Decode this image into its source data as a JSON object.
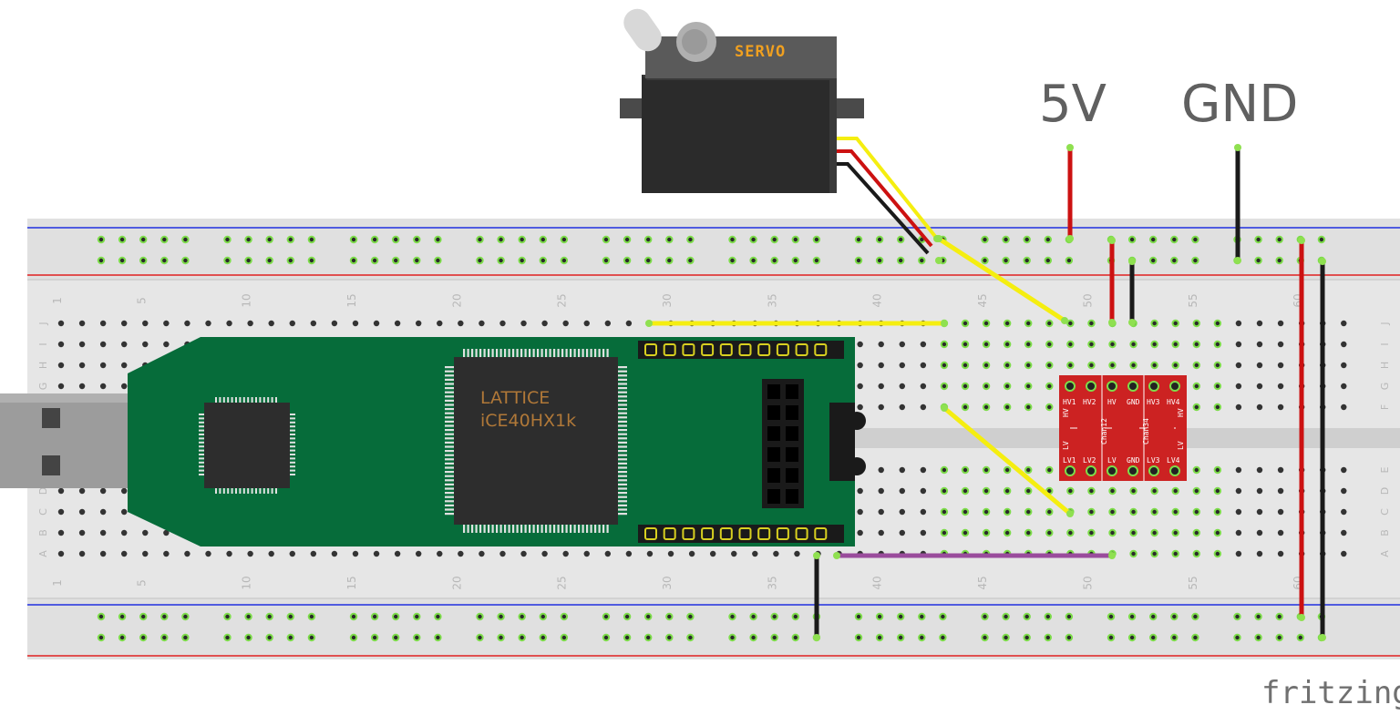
{
  "labels": {
    "rail_5v": "5V",
    "rail_gnd": "GND",
    "servo": "SERVO",
    "fpga_line1": "LATTICE",
    "fpga_line2": "iCE40HX1k",
    "watermark": "fritzing"
  },
  "breadboard": {
    "column_numbers": [
      "1",
      "5",
      "10",
      "15",
      "20",
      "25",
      "30",
      "35",
      "40",
      "45",
      "50",
      "55",
      "60"
    ],
    "rows_top": [
      "J",
      "I",
      "H",
      "G",
      "F"
    ],
    "rows_bottom": [
      "E",
      "D",
      "C",
      "B",
      "A"
    ]
  },
  "level_shifter": {
    "top_pins": [
      "HV1",
      "HV2",
      "HV",
      "GND",
      "HV3",
      "HV4"
    ],
    "bottom_pins": [
      "LV1",
      "LV2",
      "LV",
      "GND",
      "LV3",
      "LV4"
    ],
    "left_side": [
      "HV",
      "LV"
    ],
    "right_side": [
      "HV",
      "LV"
    ],
    "channels": [
      "Chan12",
      "Chan34"
    ]
  },
  "colors": {
    "board": "#e6e6e6",
    "pcb": "#066c3a",
    "chip": "#2d2d2d",
    "wire_red": "#cc1111",
    "wire_black": "#1a1a1a",
    "wire_yellow": "#f5ee10",
    "wire_purple": "#9a4c9c",
    "shifter": "#cc2222",
    "rail_red": "#e02020",
    "rail_blue": "#2030e0"
  }
}
